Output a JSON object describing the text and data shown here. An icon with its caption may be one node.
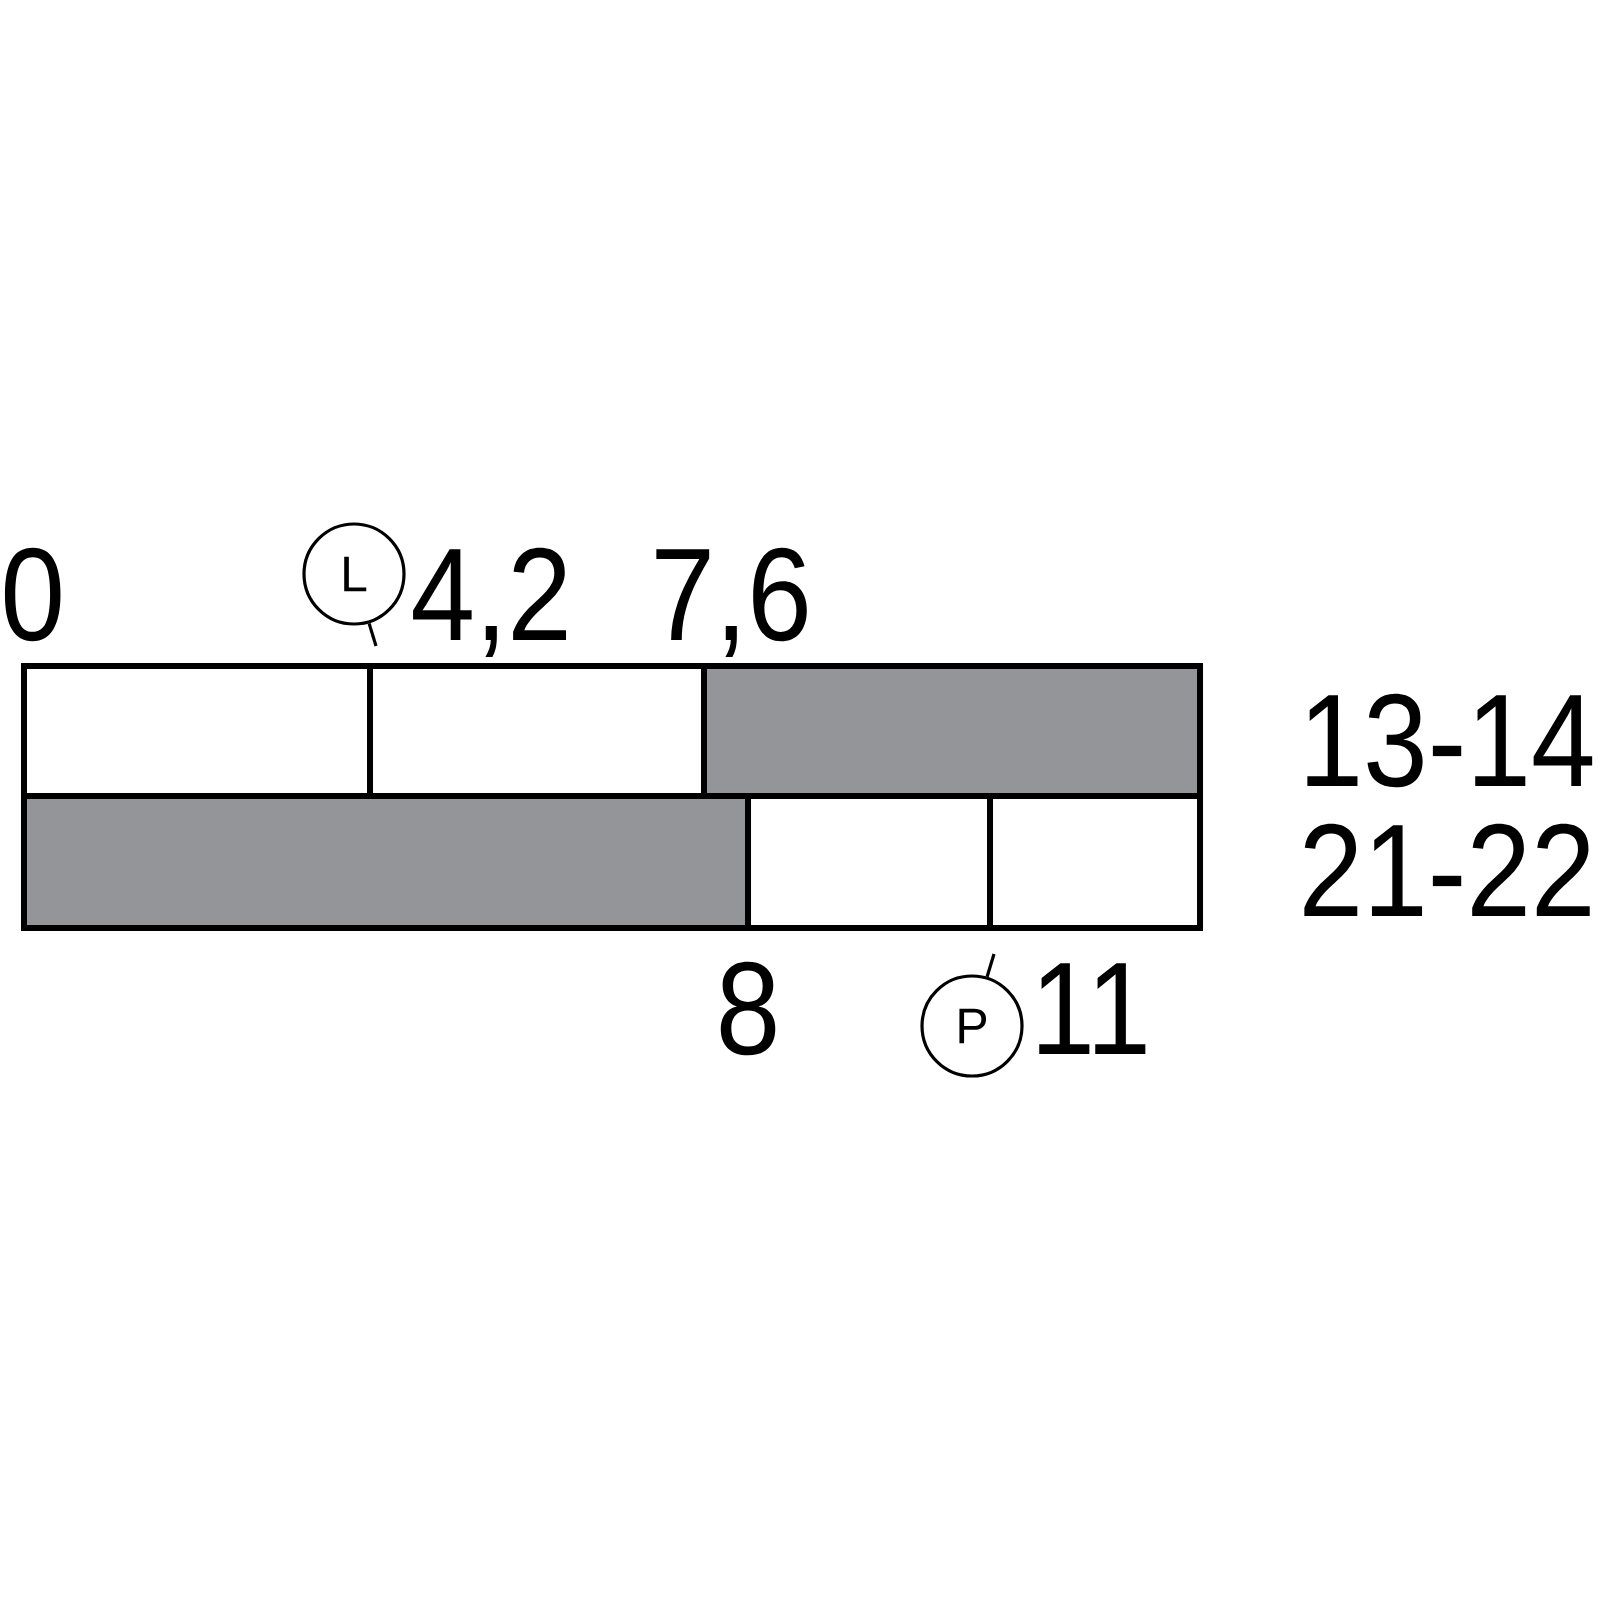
{
  "diagram": {
    "nodes": [
      {
        "text": [
          "L"
        ]
      },
      {
        "text": [
          "P"
        ]
      }
    ],
    "edges": [
      {
        "from": 0,
        "to": null,
        "arrow": "none"
      },
      {
        "from": 1,
        "to": null,
        "arrow": "none"
      }
    ],
    "labels": [
      "0",
      "4,2",
      "7,6",
      "13-14",
      "21-22",
      "8",
      "11"
    ]
  }
}
